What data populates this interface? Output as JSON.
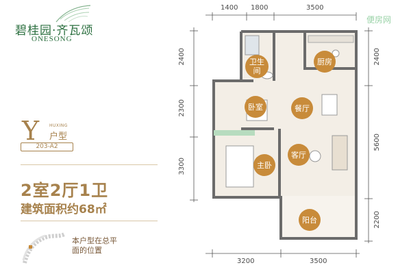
{
  "brand": {
    "name_cn": "碧桂园·齐瓦颂",
    "name_en": "ONESONG"
  },
  "unit": {
    "type_letter": "Y",
    "type_label": "户型",
    "huxing_small": "HUXING",
    "code": "203-A2",
    "rooms": "2室2厅1卫",
    "area": "建筑面积约68㎡",
    "location_note": "本户型在总平面的位置"
  },
  "watermark": "便房网",
  "dimensions": {
    "top": [
      "1400",
      "1800",
      "3500"
    ],
    "bottom": [
      "3200",
      "3500"
    ],
    "left": [
      "2400",
      "2300",
      "3300"
    ],
    "right": [
      "2400",
      "5600",
      "2200"
    ]
  },
  "rooms": {
    "bathroom": "卫生间",
    "kitchen": "厨房",
    "bedroom": "卧室",
    "dining": "餐厅",
    "living": "客厅",
    "master": "主卧",
    "balcony": "阳台"
  },
  "colors": {
    "brand_green": "#2b6f3f",
    "accent_gold": "#a7824d",
    "room_label": "#c88b3a",
    "wall": "#6b6b6b",
    "floor": "#f3eee6"
  }
}
